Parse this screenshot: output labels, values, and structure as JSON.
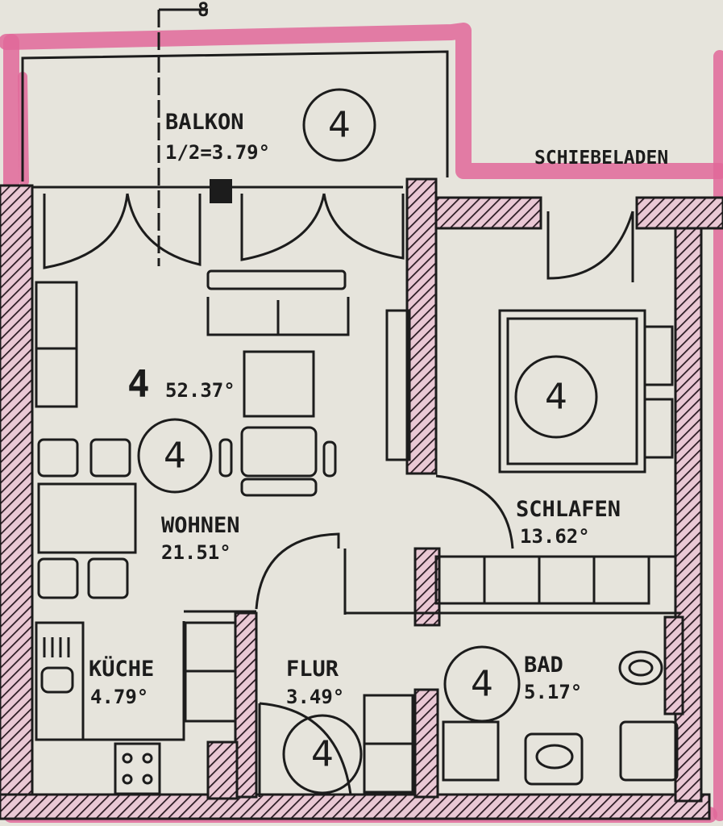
{
  "plan": {
    "rooms": {
      "balkon": {
        "name": "BALKON",
        "area": "1/2=3.79°",
        "marker": "4"
      },
      "wohnen": {
        "name": "WOHNEN",
        "area": "21.51°",
        "marker": "4"
      },
      "schlafen": {
        "name": "SCHLAFEN",
        "area": "13.62°",
        "marker": "4"
      },
      "kueche": {
        "name": "KÜCHE",
        "area": "4.79°"
      },
      "flur": {
        "name": "FLUR",
        "area": "3.49°",
        "marker": "4"
      },
      "bad": {
        "name": "BAD",
        "area": "5.17°",
        "marker": "4"
      }
    },
    "apartment": {
      "number": "4",
      "total_area": "52.37°"
    },
    "annotations": {
      "shutter": "SCHIEBELADEN",
      "north_mark": "8"
    }
  },
  "colors": {
    "paper": "#e6e4dc",
    "ink": "#1c1c1c",
    "highlighter": "#e0689a"
  }
}
